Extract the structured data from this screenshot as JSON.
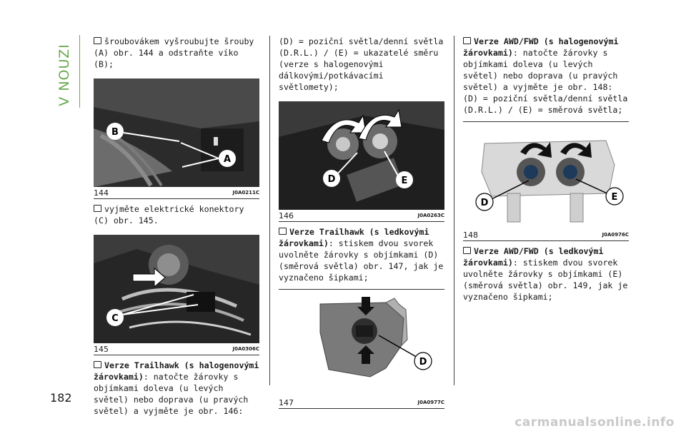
{
  "section_title": "V NOUZI",
  "page_number": "182",
  "watermark": "carmanualsonline.info",
  "column1": {
    "step1": "šroubovákem vyšroubujte šrouby (A) obr. 144 a odstraňte víko (B);",
    "fig144": {
      "number": "144",
      "code": "J0A0211C",
      "labels": [
        "B",
        "A"
      ]
    },
    "step2": "vyjměte elektrické konektory (C) obr. 145.",
    "fig145": {
      "number": "145",
      "code": "J0A0306C",
      "labels": [
        "C"
      ]
    },
    "step3_bold": "Verze Trailhawk (s halogenovými žárovkami)",
    "step3_rest": ": natočte žárovky s objímkami doleva (u levých světel) nebo doprava (u pravých světel) a vyjměte je obr. 146:"
  },
  "column2": {
    "text1": "(D) = poziční světla/denní světla (D.R.L.) / (E) = ukazatelé směru (verze s halogenovými dálkovými/potkávacími světlomety);",
    "fig146": {
      "number": "146",
      "code": "J0A0263C",
      "labels": [
        "D",
        "E"
      ]
    },
    "step4_bold": "Verze Trailhawk (s ledkovými žárovkami)",
    "step4_rest": ": stiskem dvou svorek uvolněte žárovky s objímkami (D) (směrová světla) obr. 147, jak je vyznačeno šipkami;",
    "fig147": {
      "number": "147",
      "code": "J0A0977C",
      "labels": [
        "D"
      ]
    }
  },
  "column3": {
    "step5_bold": "Verze AWD/FWD (s halogenovými žárovkami)",
    "step5_rest": ": natočte žárovky s objímkami doleva (u levých světel) nebo doprava (u pravých světel) a vyjměte je obr. 148: (D) = poziční světla/denní světla (D.R.L.) / (E) = směrová světla;",
    "fig148": {
      "number": "148",
      "code": "J0A0976C",
      "labels": [
        "D",
        "E"
      ]
    },
    "step6_bold": "Verze AWD/FWD (s ledkovými žárovkami)",
    "step6_rest": ": stiskem dvou svorek uvolněte žárovky s objímkami (E) (směrová světla) obr. 149, jak je vyznačeno šipkami;"
  }
}
